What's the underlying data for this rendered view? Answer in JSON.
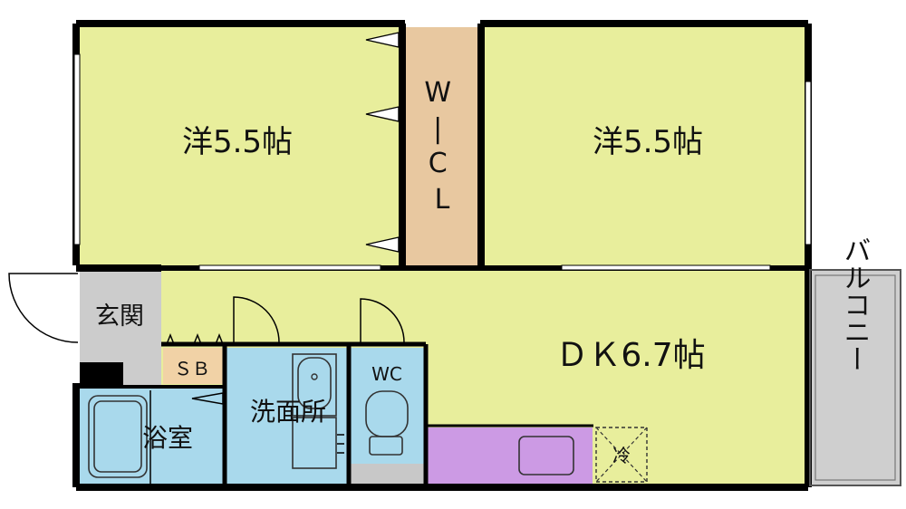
{
  "rooms": {
    "western_room_left": "洋5.5帖",
    "wic": "W\nI\nC\nL",
    "western_room_right": "洋5.5帖",
    "dk": "ＤＫ6.7帖",
    "genkan": "玄関",
    "shoe_box": "ＳＢ",
    "washroom": "洗面所",
    "toilet": "WC",
    "bathroom": "浴室",
    "balcony": "バルコニー",
    "fridge": "冷"
  },
  "colors": {
    "room_yellow": "#e8ee9c",
    "wic_tan": "#e8c8a0",
    "water_blue": "#a9d9ec",
    "kitchen_purple": "#cc9ae4",
    "entrance_gray": "#cccccc",
    "balcony_gray": "#cfcfcf"
  }
}
